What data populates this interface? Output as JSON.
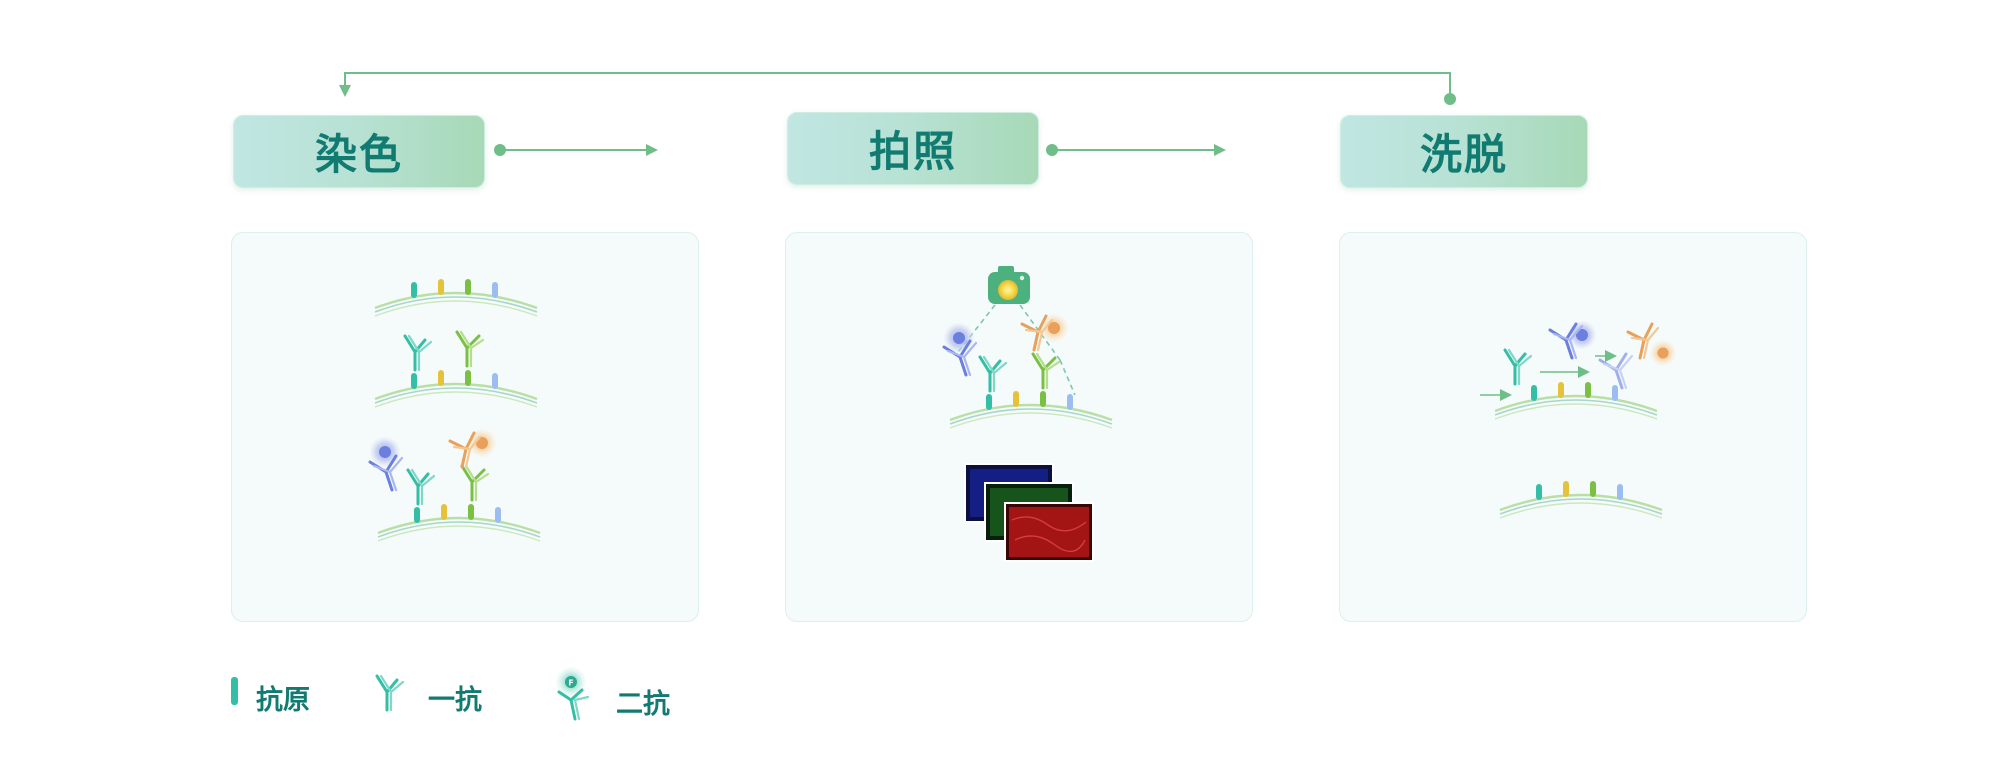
{
  "steps": [
    {
      "label": "染色"
    },
    {
      "label": "拍照"
    },
    {
      "label": "洗脱"
    }
  ],
  "legend": {
    "antigen": "抗原",
    "primary": "一抗",
    "secondary": "二抗",
    "fluor_letter": "F"
  },
  "colors": {
    "teal": "#35bea6",
    "yellow": "#e6c23a",
    "green": "#79c043",
    "lightblue": "#9cbdf2",
    "blue_antibody": "#6a7fe0",
    "orange_antibody": "#e8a05a",
    "arrow": "#6fbe8a",
    "title_text": "#117b72"
  }
}
